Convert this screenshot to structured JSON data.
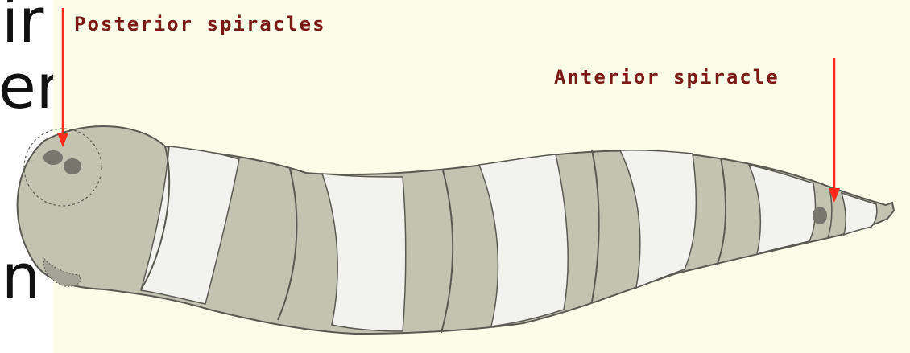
{
  "slide_text_fragments": [
    "ir",
    "er",
    "n"
  ],
  "diagram": {
    "labels": {
      "posterior": "Posterior spiracles",
      "anterior": "Anterior spiracle"
    }
  },
  "colors": {
    "panel_background": "#fbfde8",
    "label_text": "#7a1a14",
    "pointer": "#ff2a1a",
    "segment_shaded": "#c3c3b2",
    "segment_light": "#f2f2ee",
    "outline": "#5a5a52",
    "spiracle_spot": "#76766c"
  }
}
